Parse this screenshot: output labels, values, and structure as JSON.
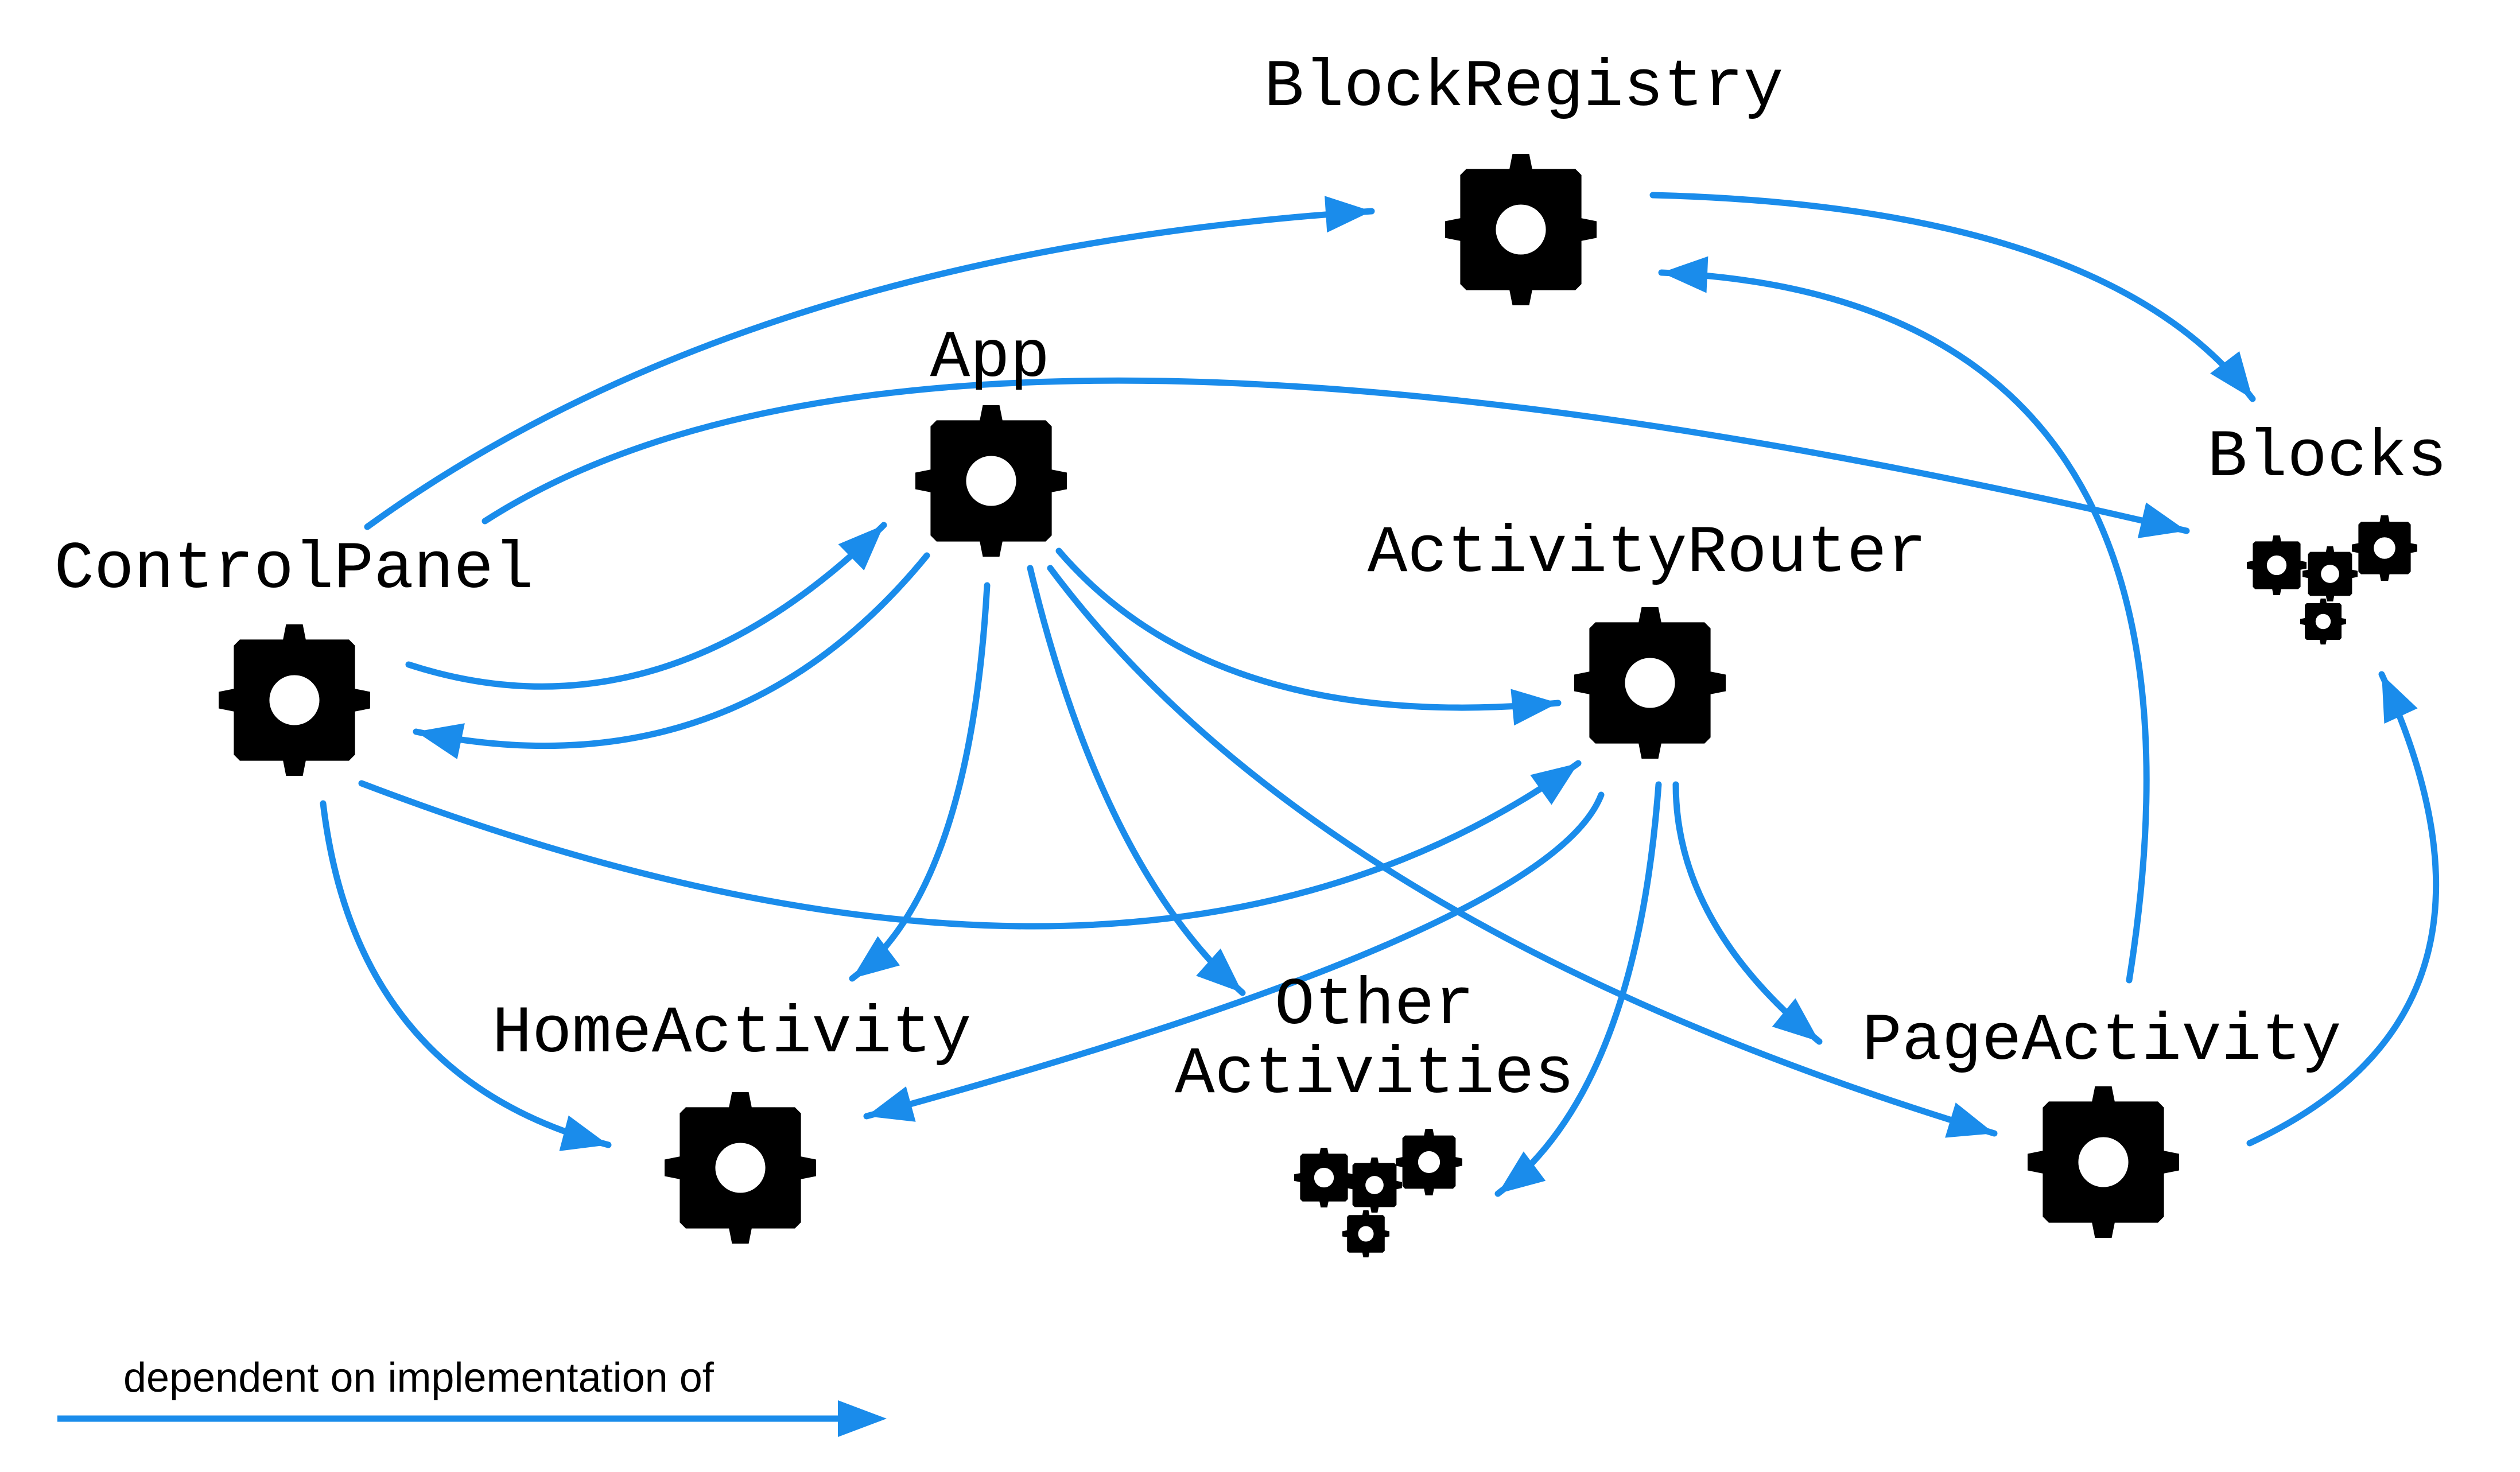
{
  "colors": {
    "edge": "#1a8ceb",
    "gear": "#000000",
    "background": "#ffffff"
  },
  "nodes": {
    "block_registry": {
      "label": "BlockRegistry",
      "icon": "gear-icon"
    },
    "app": {
      "label": "App",
      "icon": "gear-icon"
    },
    "blocks": {
      "label": "Blocks",
      "icon": "gear-cluster-icon"
    },
    "control_panel": {
      "label": "ControlPanel",
      "icon": "gear-icon"
    },
    "activity_router": {
      "label": "ActivityRouter",
      "icon": "gear-icon"
    },
    "home_activity": {
      "label": "HomeActivity",
      "icon": "gear-icon"
    },
    "other_activities": {
      "label_line1": "Other",
      "label_line2": "Activities",
      "icon": "gear-cluster-icon"
    },
    "page_activity": {
      "label": "PageActivity",
      "icon": "gear-icon"
    }
  },
  "edges": [
    {
      "from": "ControlPanel",
      "to": "BlockRegistry"
    },
    {
      "from": "ControlPanel",
      "to": "Blocks"
    },
    {
      "from": "ControlPanel",
      "to": "App"
    },
    {
      "from": "App",
      "to": "ControlPanel"
    },
    {
      "from": "ControlPanel",
      "to": "ActivityRouter"
    },
    {
      "from": "ControlPanel",
      "to": "HomeActivity"
    },
    {
      "from": "App",
      "to": "HomeActivity"
    },
    {
      "from": "App",
      "to": "Other Activities"
    },
    {
      "from": "App",
      "to": "ActivityRouter"
    },
    {
      "from": "App",
      "to": "PageActivity"
    },
    {
      "from": "BlockRegistry",
      "to": "Blocks"
    },
    {
      "from": "PageActivity",
      "to": "BlockRegistry"
    },
    {
      "from": "PageActivity",
      "to": "Blocks"
    },
    {
      "from": "ActivityRouter",
      "to": "HomeActivity"
    },
    {
      "from": "ActivityRouter",
      "to": "Other Activities"
    },
    {
      "from": "ActivityRouter",
      "to": "PageActivity"
    }
  ],
  "legend": {
    "label": "dependent on implementation of",
    "icon": "arrow-right-icon"
  }
}
